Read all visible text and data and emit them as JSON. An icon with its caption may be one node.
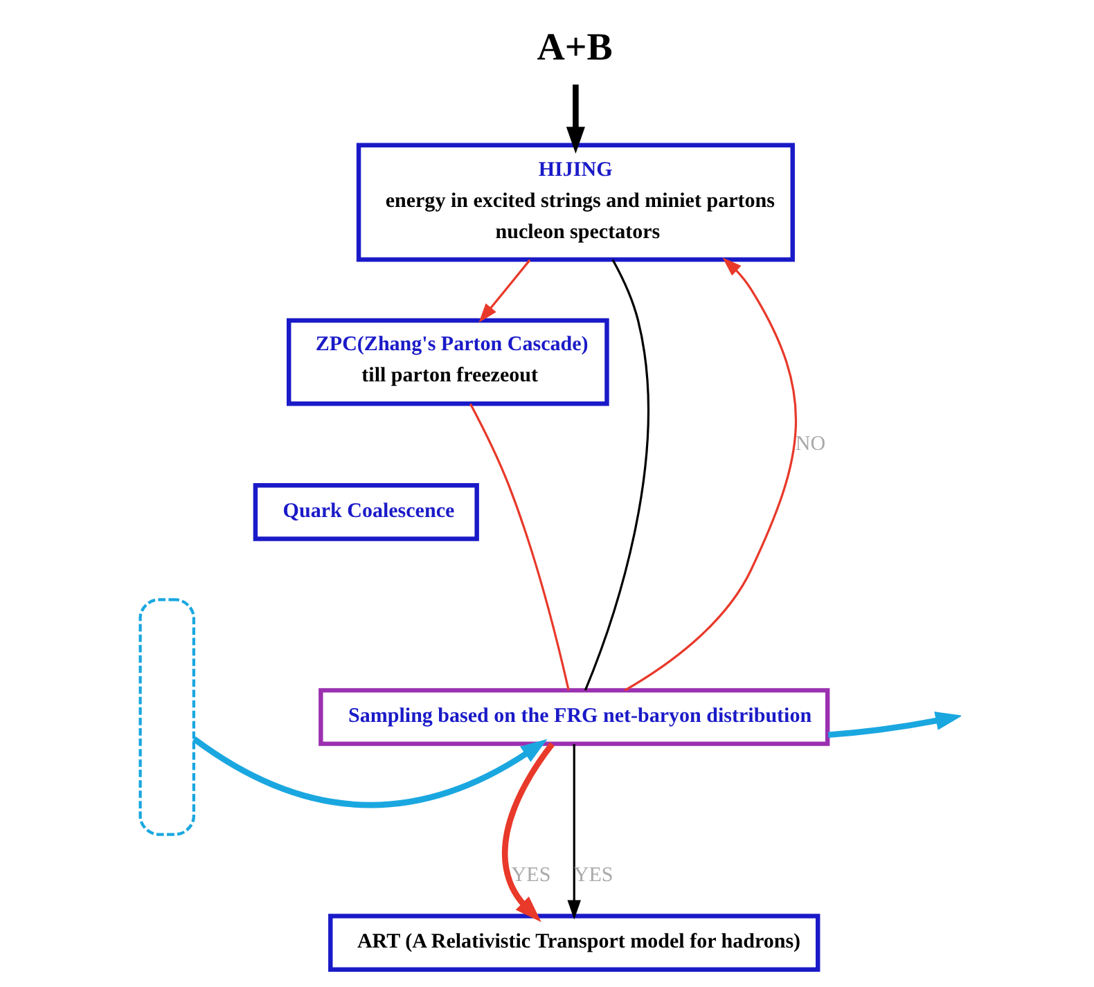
{
  "diagram": {
    "nodes": [
      {
        "text": [
          "A+B"
        ]
      },
      {
        "text": [
          "HIJING",
          "energy in excited strings and miniet partons",
          "nucleon spectators"
        ]
      },
      {
        "text": [
          "ZPC(Zhang's Parton Cascade)",
          "till parton freezeout"
        ]
      },
      {
        "text": [
          "Quark Coalescence"
        ]
      },
      {
        "text": [
          "Sampling based on the FRG net-baryon distribution"
        ]
      },
      {
        "text": [
          "ART (A Relativistic Transport model for hadrons)"
        ]
      },
      {
        "text": [],
        "shape": "box"
      }
    ],
    "edges": [
      {
        "from": 0,
        "to": 1,
        "arrow": "to",
        "style": "thick",
        "color": "#000000"
      },
      {
        "from": 1,
        "to": 2,
        "arrow": "to"
      },
      {
        "from": 2,
        "to": 4,
        "arrow": "none"
      },
      {
        "from": 4,
        "to": 1,
        "arrow": "to",
        "label": "NO"
      },
      {
        "from": 4,
        "to": 5,
        "arrow": "to",
        "label": "YES",
        "style": "thick"
      },
      {
        "from": 1,
        "to": 4,
        "arrow": "none",
        "color": "#000000"
      },
      {
        "from": 4,
        "to": 5,
        "arrow": "to",
        "label": "YES",
        "color": "#000000"
      },
      {
        "from": 6,
        "to": 4,
        "arrow": "to",
        "style": "thick",
        "color": "#1aa7e0"
      },
      {
        "from": 4,
        "to": null,
        "arrow": "to",
        "style": "thick",
        "color": "#1aa7e0"
      }
    ]
  }
}
